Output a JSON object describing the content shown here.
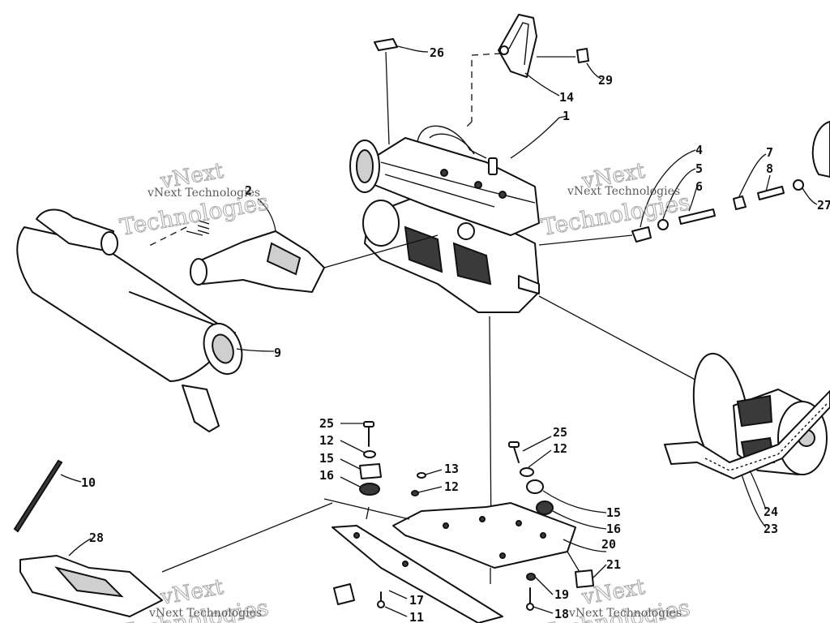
{
  "callouts": {
    "c1": "1",
    "c2": "2",
    "c4": "4",
    "c5": "5",
    "c6": "6",
    "c7": "7",
    "c8": "8",
    "c9": "9",
    "c10": "10",
    "c11": "11",
    "c12a": "12",
    "c12b": "12",
    "c12c": "12",
    "c13": "13",
    "c14": "14",
    "c15a": "15",
    "c15b": "15",
    "c16a": "16",
    "c16b": "16",
    "c17": "17",
    "c18": "18",
    "c19": "19",
    "c20": "20",
    "c21": "21",
    "c23": "23",
    "c24": "24",
    "c25a": "25",
    "c25b": "25",
    "c26": "26",
    "c27": "27",
    "c28": "28",
    "c29": "29"
  },
  "watermark": {
    "brand": "vNext",
    "line": "Technologies",
    "small": "vNext Technologies"
  }
}
